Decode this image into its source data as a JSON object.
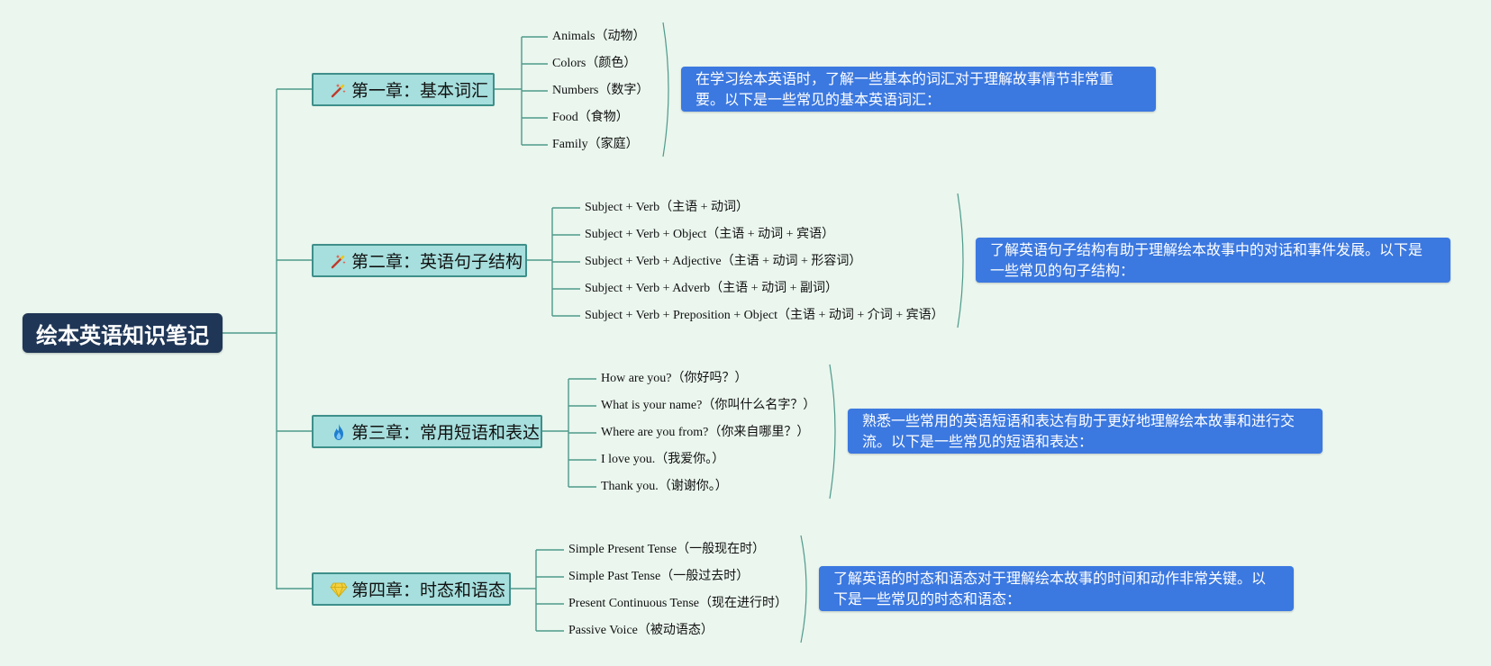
{
  "colors": {
    "background": "#eaf6ee",
    "root_fill": "#1f3656",
    "chapter_fill": "#a6dfdd",
    "chapter_border": "#3e8f8a",
    "connector": "#4e9a8a",
    "note_fill": "#3b78e0"
  },
  "mindmap": {
    "root": "绘本英语知识笔记",
    "chapters": [
      {
        "title": "第一章：基本词汇",
        "icon": "magic-wand-icon",
        "items": [
          "Animals（动物）",
          "Colors（颜色）",
          "Numbers（数字）",
          "Food（食物）",
          "Family（家庭）"
        ],
        "note": "在学习绘本英语时，了解一些基本的词汇对于理解故事情节非常重要。以下是一些常见的基本英语词汇："
      },
      {
        "title": "第二章：英语句子结构",
        "icon": "magic-wand-icon",
        "items": [
          "Subject + Verb（主语 + 动词）",
          "Subject + Verb + Object（主语 + 动词 + 宾语）",
          "Subject + Verb + Adjective（主语 + 动词 + 形容词）",
          "Subject + Verb + Adverb（主语 + 动词 + 副词）",
          "Subject + Verb + Preposition + Object（主语 + 动词 + 介词 + 宾语）"
        ],
        "note": "了解英语句子结构有助于理解绘本故事中的对话和事件发展。以下是一些常见的句子结构："
      },
      {
        "title": "第三章：常用短语和表达",
        "icon": "fire-icon",
        "items": [
          "How are you?（你好吗？）",
          "What is your name?（你叫什么名字？）",
          "Where are you from?（你来自哪里？）",
          "I love you.（我爱你。）",
          "Thank you.（谢谢你。）"
        ],
        "note": "熟悉一些常用的英语短语和表达有助于更好地理解绘本故事和进行交流。以下是一些常见的短语和表达："
      },
      {
        "title": "第四章：时态和语态",
        "icon": "diamond-icon",
        "items": [
          "Simple Present Tense（一般现在时）",
          "Simple Past Tense（一般过去时）",
          "Present Continuous Tense（现在进行时）",
          "Passive Voice（被动语态）"
        ],
        "note": "了解英语的时态和语态对于理解绘本故事的时间和动作非常关键。以下是一些常见的时态和语态："
      }
    ]
  }
}
